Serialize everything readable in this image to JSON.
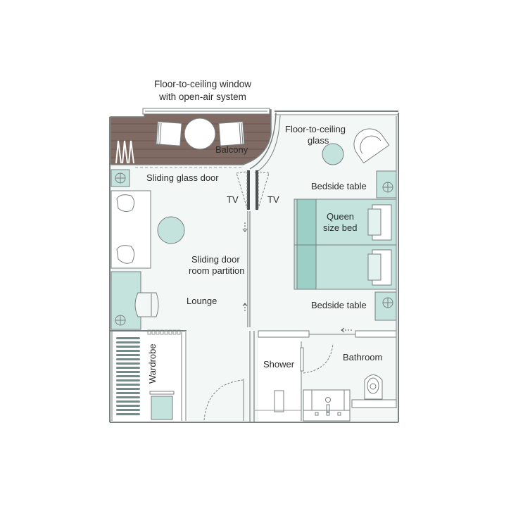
{
  "title": {
    "line1": "Floor-to-ceiling window",
    "line2": "with open-air system"
  },
  "rooms": {
    "balcony": "Balcony",
    "lounge": "Lounge",
    "wardrobe": "Wardrobe",
    "bathroom": "Bathroom",
    "shower": "Shower"
  },
  "labels": {
    "sliding_glass_door": "Sliding glass door",
    "floor_glass_line1": "Floor-to-ceiling",
    "floor_glass_line2": "glass",
    "tv_left": "TV",
    "tv_right": "TV",
    "bedside_table_top": "Bedside table",
    "bedside_table_bottom": "Bedside table",
    "bed_line1": "Queen",
    "bed_line2": "size bed",
    "partition_line1": "Sliding door",
    "partition_line2": "room partition"
  },
  "colors": {
    "background": "#ffffff",
    "floor": "#f3f8f7",
    "wall": "#7a7f80",
    "teal_furniture": "#c4e3dc",
    "teal_dark": "#9ccfc5",
    "deck": "#7f6b63",
    "deck_line": "#5e4e48",
    "wardrobe_bar": "#6f8d8a",
    "text": "#2b2b2b"
  }
}
